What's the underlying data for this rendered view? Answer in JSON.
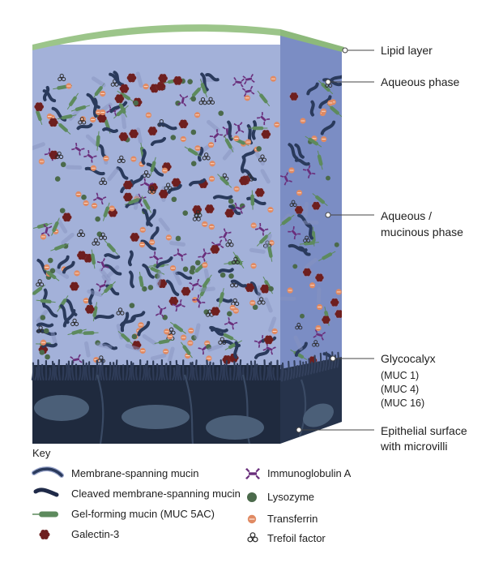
{
  "labels": {
    "lipid_layer": "Lipid layer",
    "aqueous_phase": "Aqueous phase",
    "aqueous_mucinous": [
      "Aqueous /",
      "mucinous phase"
    ],
    "glycocalyx": "Glycocalyx",
    "glycocalyx_sub": [
      "(MUC 1)",
      "(MUC 4)",
      "(MUC 16)"
    ],
    "epithelial": [
      "Epithelial surface",
      "with microvilli"
    ]
  },
  "key": {
    "title": "Key",
    "items": [
      {
        "id": "membrane-spanning-mucin",
        "label": "Membrane-spanning mucin",
        "icon": "membrane-mucin-icon"
      },
      {
        "id": "cleaved-membrane-spanning-mucin",
        "label": "Cleaved membrane-spanning mucin",
        "icon": "cleaved-mucin-icon"
      },
      {
        "id": "gel-forming-mucin",
        "label": "Gel-forming mucin (MUC 5AC)",
        "icon": "gel-mucin-icon"
      },
      {
        "id": "galectin-3",
        "label": "Galectin-3",
        "icon": "galectin-icon"
      },
      {
        "id": "immunoglobulin-a",
        "label": "Immunoglobulin A",
        "icon": "immunoglobulin-icon"
      },
      {
        "id": "lysozyme",
        "label": "Lysozyme",
        "icon": "lysozyme-icon"
      },
      {
        "id": "transferrin",
        "label": "Transferrin",
        "icon": "transferrin-icon"
      },
      {
        "id": "trefoil-factor",
        "label": "Trefoil factor",
        "icon": "trefoil-icon"
      }
    ]
  },
  "colors": {
    "lipid": "#9cc58a",
    "front_face": "#a3b1d9",
    "side_face": "#7b8dc4",
    "epithelium": "#1f2a3e",
    "cell_nucleus": "#4b5f78",
    "membrane_mucin": "#2a3a5c",
    "gel_mucin": "#5d8a5d",
    "galectin": "#6e1f1f",
    "immunoglobulin": "#6a2f7c",
    "lysozyme": "#4b6a4b",
    "transferrin": "#e08a63",
    "trefoil": "#2b2b2b"
  }
}
